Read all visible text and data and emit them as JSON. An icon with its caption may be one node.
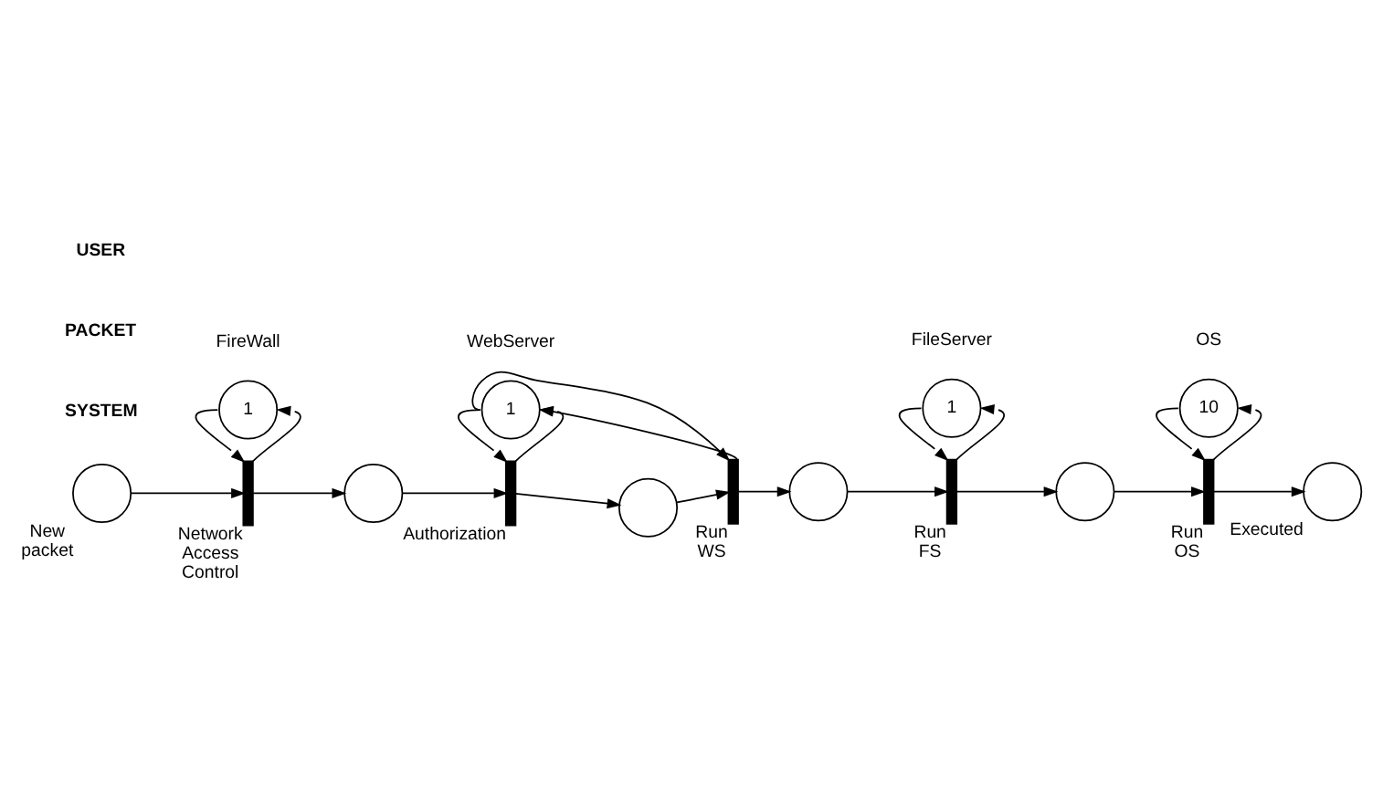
{
  "diagram": {
    "nodes": [
      {
        "text": [
          "1"
        ],
        "beside": [
          "FireWall"
        ]
      },
      {
        "text": [
          "1"
        ],
        "beside": [
          "WebServer"
        ]
      },
      {
        "text": [
          "1"
        ],
        "beside": [
          "FileServer"
        ]
      },
      {
        "text": [
          "10"
        ],
        "beside": [
          "OS"
        ]
      },
      {
        "text": [],
        "shape": "circle",
        "beside": [
          "New packet"
        ]
      },
      {
        "text": [],
        "shape": "bar",
        "beside": [
          "Network Access Control"
        ]
      },
      {
        "text": [],
        "shape": "circle"
      },
      {
        "text": [],
        "shape": "bar",
        "beside": [
          "Authorization"
        ]
      },
      {
        "text": [],
        "shape": "circle"
      },
      {
        "text": [],
        "shape": "bar",
        "beside": [
          "Run WS"
        ]
      },
      {
        "text": [],
        "shape": "circle"
      },
      {
        "text": [],
        "shape": "bar",
        "beside": [
          "Run FS"
        ]
      },
      {
        "text": [],
        "shape": "circle"
      },
      {
        "text": [],
        "shape": "bar",
        "beside": [
          "Run OS"
        ]
      },
      {
        "text": [],
        "shape": "circle",
        "beside": [
          "Executed"
        ]
      }
    ],
    "edges": [
      {
        "from": 4,
        "to": 5,
        "arrow": "to"
      },
      {
        "from": 0,
        "to": 5,
        "arrow": "to"
      },
      {
        "from": 5,
        "to": 0,
        "arrow": "to"
      },
      {
        "from": 5,
        "to": 6,
        "arrow": "to"
      },
      {
        "from": 6,
        "to": 7,
        "arrow": "to"
      },
      {
        "from": 1,
        "to": 7,
        "arrow": "to"
      },
      {
        "from": 7,
        "to": 1,
        "arrow": "to"
      },
      {
        "from": 7,
        "to": 8,
        "arrow": "to"
      },
      {
        "from": 8,
        "to": 9,
        "arrow": "to"
      },
      {
        "from": 1,
        "to": 9,
        "arrow": "to"
      },
      {
        "from": 9,
        "to": 1,
        "arrow": "to"
      },
      {
        "from": 9,
        "to": 10,
        "arrow": "to"
      },
      {
        "from": 10,
        "to": 11,
        "arrow": "to"
      },
      {
        "from": 2,
        "to": 11,
        "arrow": "to"
      },
      {
        "from": 11,
        "to": 2,
        "arrow": "to"
      },
      {
        "from": 11,
        "to": 12,
        "arrow": "to"
      },
      {
        "from": 12,
        "to": 13,
        "arrow": "to"
      },
      {
        "from": 3,
        "to": 13,
        "arrow": "to"
      },
      {
        "from": 13,
        "to": 3,
        "arrow": "to"
      },
      {
        "from": 13,
        "to": 14,
        "arrow": "to"
      }
    ],
    "labels": [
      "SYSTEM",
      "PACKET",
      "USER"
    ]
  }
}
